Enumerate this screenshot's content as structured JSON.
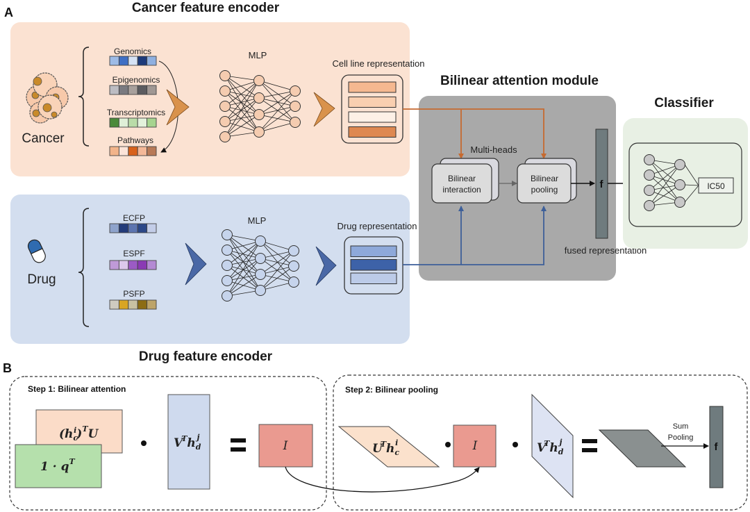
{
  "panel_a": {
    "letter": "A",
    "cancer_encoder": {
      "title": "Cancer feature encoder",
      "entity_label": "Cancer",
      "mlp_label": "MLP",
      "representation_label": "Cell line representation",
      "features": [
        {
          "name": "Genomics",
          "colors": [
            "#9dbbe6",
            "#3f6fc4",
            "#d5e2f5",
            "#1d3a7a",
            "#8fb0e0"
          ]
        },
        {
          "name": "Epigenomics",
          "colors": [
            "#bcbcc2",
            "#7a7a80",
            "#a8a09c",
            "#5c5c60",
            "#a09894"
          ]
        },
        {
          "name": "Transcriptomics",
          "colors": [
            "#4b8a3a",
            "#dff0d8",
            "#b9dca8",
            "#e3f2dc",
            "#a6d48f"
          ]
        },
        {
          "name": "Pathways",
          "colors": [
            "#f2b48a",
            "#fbe3d8",
            "#d8621c",
            "#f4b898",
            "#b87a58"
          ]
        }
      ],
      "representation_colors": [
        "#f5b890",
        "#f9cfb0",
        "#fdf0e6",
        "#de8850"
      ],
      "bg_color": "#fbe2d2",
      "accent": "#d9924c"
    },
    "drug_encoder": {
      "title": "Drug feature encoder",
      "entity_label": "Drug",
      "mlp_label": "MLP",
      "representation_label": "Drug representation",
      "features": [
        {
          "name": "ECFP",
          "colors": [
            "#8ea3cc",
            "#233b7a",
            "#5d75b0",
            "#2c4888",
            "#c3cde8"
          ]
        },
        {
          "name": "ESPF",
          "colors": [
            "#bf9ad8",
            "#dcc8ec",
            "#9b5bc4",
            "#8a3ab4",
            "#b48ad4"
          ]
        },
        {
          "name": "PSFP",
          "colors": [
            "#cfcbc0",
            "#d9a522",
            "#c9c1a2",
            "#8c6c14",
            "#bda46a"
          ]
        }
      ],
      "representation_colors": [
        "#8ea9da",
        "#3d62a8",
        "#bccbe8"
      ],
      "bg_color": "#d3deef",
      "accent": "#4a68a6"
    },
    "attention_module": {
      "title": "Bilinear attention module",
      "multi_heads_label": "Multi-heads",
      "interaction_label": [
        "Bilinear",
        "interaction"
      ],
      "pooling_label": [
        "Bilinear",
        "pooling"
      ],
      "fused_symbol": "f",
      "fused_label": "fused representation",
      "bg_color": "#a9a9a9"
    },
    "classifier": {
      "title": "Classifier",
      "output_label": "IC50",
      "bg_color": "#e8f0e4"
    }
  },
  "panel_b": {
    "letter": "B",
    "step1": {
      "title": "Step 1: Bilinear attention",
      "cancer_term": "(h",
      "cancer_term_sub": "c",
      "cancer_term_sup": "i",
      "cancer_term_tail": ")",
      "cancer_term_T": "T",
      "cancer_term_U": "U",
      "q_term": "1 · q",
      "q_term_sup": "T",
      "drug_term": "V",
      "drug_term_T": "T",
      "drug_term_h": "h",
      "drug_term_sub": "d",
      "drug_term_sup": "j",
      "dot": "•",
      "equals": "=",
      "result": "I"
    },
    "step2": {
      "title": "Step 2: Bilinear pooling",
      "left_term": "U",
      "left_term_T": "T",
      "left_term_h": "h",
      "left_term_sub": "c",
      "left_term_sup": "i",
      "middle": "I",
      "right_term": "V",
      "right_term_T": "T",
      "right_term_h": "h",
      "right_term_sub": "d",
      "right_term_sup": "j",
      "dot": "•",
      "equals": "=",
      "sum_pooling_label": [
        "Sum",
        "Pooling"
      ],
      "output": "f"
    }
  }
}
